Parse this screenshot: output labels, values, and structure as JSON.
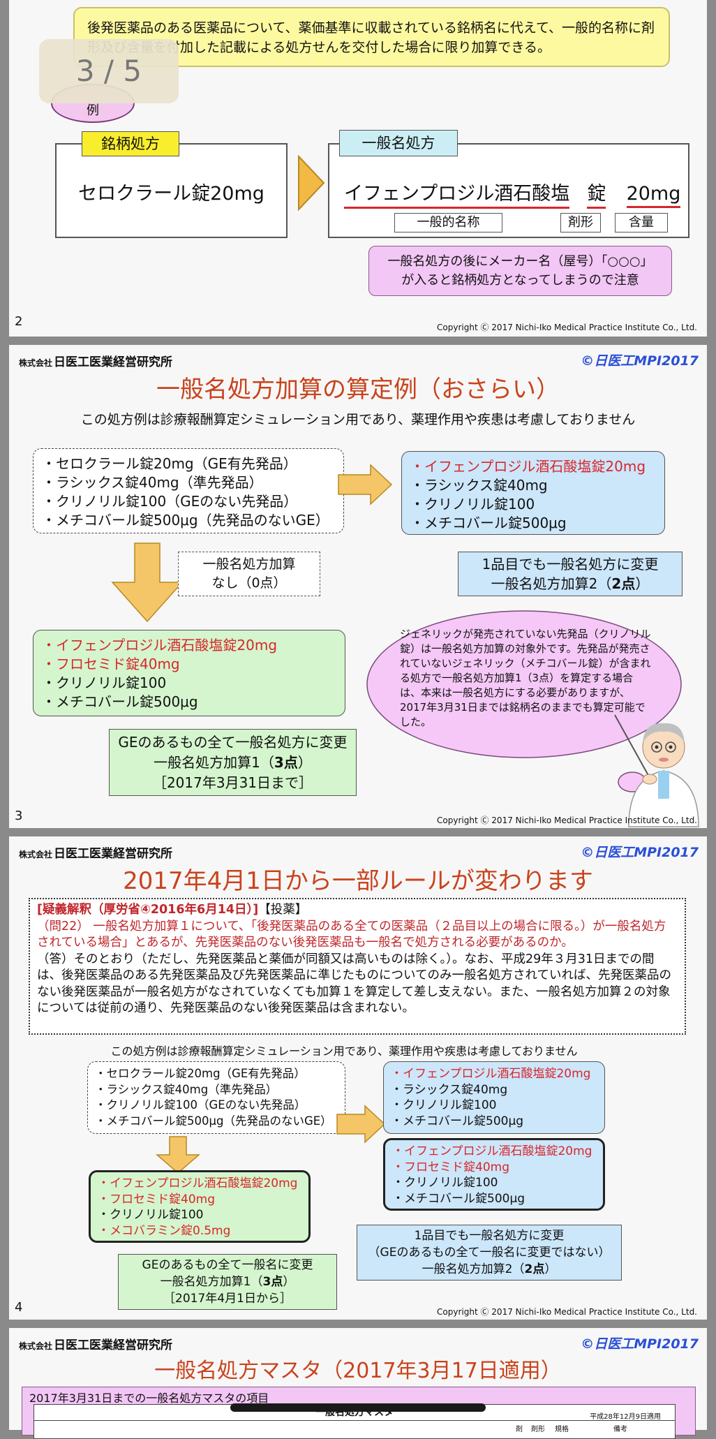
{
  "page_indicator": "3 / 5",
  "colors": {
    "title_red": "#c9431c",
    "logo_blue": "#2a4fd6",
    "accent_red": "#d8262b"
  },
  "slide2": {
    "note_text": "後発医薬品のある医薬品について、薬価基準に収載されている銘柄名に代えて、一般的名称に剤形及び含量を付加した記載による処方せんを交付した場合に限り加算できる。",
    "oval_label": "例",
    "brand_label": "銘柄処方",
    "brand_drug": "セロクラール錠20mg",
    "generic_label": "一般名処方",
    "generic_name": "イフェンプロジル酒石酸塩",
    "generic_form": "錠",
    "generic_strength": "20mg",
    "tag_name": "一般的名称",
    "tag_form": "剤形",
    "tag_strength": "含量",
    "warning_line1": "一般名処方の後にメーカー名（屋号）「○○○」",
    "warning_line2": "が入ると銘柄処方となってしまうので注意",
    "page_number": "2",
    "copyright": "Copyright Ⓒ 2017 Nichi-Iko Medical Practice Institute Co., Ltd."
  },
  "slide3": {
    "company_small": "株式会社",
    "company": "日医工医業経営研究所",
    "logo": "©日医工MPI2017",
    "title": "一般名処方加算の算定例（おさらい）",
    "subtitle": "この処方例は診療報酬算定シミュレーション用であり、薬理作用や疾患は考慮しておりません",
    "original_list": [
      "・セロクラール錠20mg（GE有先発品）",
      "・ラシックス錠40mg（準先発品）",
      "・クリノリル錠100（GEのない先発品）",
      "・メチコバール錠500μg（先発品のないGE）"
    ],
    "none_line1": "一般名処方加算",
    "none_line2": "なし（0点）",
    "blue_list": [
      {
        "text": "・イフェンプロジル酒石酸塩錠20mg",
        "red": true
      },
      {
        "text": "・ラシックス錠40mg",
        "red": false
      },
      {
        "text": "・クリノリル錠100",
        "red": false
      },
      {
        "text": "・メチコバール錠500μg",
        "red": false
      }
    ],
    "blue_note_line1": "1品目でも一般名処方に変更",
    "blue_note_line2a": "一般名処方加算2（",
    "blue_note_points": "2点",
    "blue_note_line2b": "）",
    "green_list": [
      {
        "text": "・イフェンプロジル酒石酸塩錠20mg",
        "red": true
      },
      {
        "text": "・フロセミド錠40mg",
        "red": true
      },
      {
        "text": "・クリノリル錠100",
        "red": false
      },
      {
        "text": "・メチコバール錠500μg",
        "red": false
      }
    ],
    "green_note_line1": "GEのあるもの全て一般名処方に変更",
    "green_note_line2a": "一般名処方加算1（",
    "green_note_points": "3点",
    "green_note_line2b": "）",
    "green_note_line3": "［2017年3月31日まで］",
    "cloud_text": "ジェネリックが発売されていない先発品（クリノリル錠）は一般名処方加算の対象外です。先発品が発売されていないジェネリック（メチコバール錠）が含まれる処方で一般名処方加算1（3点）を算定する場合は、本来は一般名処方にする必要がありますが、2017年3月31日までは銘柄名のままでも算定可能でした。",
    "page_number": "3",
    "copyright": "Copyright Ⓒ 2017 Nichi-Iko Medical Practice Institute Co., Ltd."
  },
  "slide4": {
    "company_small": "株式会社",
    "company": "日医工医業経営研究所",
    "logo": "©日医工MPI2017",
    "title": "2017年4月1日から一部ルールが変わります",
    "qa_head_red": "[疑義解釈（厚労省④2016年6月14日）]",
    "qa_head_black": "【投薬】",
    "qa_question": "（問22） 一般名処方加算１について、「後発医薬品のある全ての医薬品（２品目以上の場合に限る。）が一般名処方されている場合」とあるが、先発医薬品のない後発医薬品も一般名で処方される必要があるのか。",
    "qa_answer": "（答）そのとおり（ただし、先発医薬品と薬価が同額又は高いものは除く。）。なお、平成29年３月31日までの間は、後発医薬品のある先発医薬品及び先発医薬品に準じたものについてのみ一般名処方されていれば、先発医薬品のない後発医薬品が一般名処方がなされていなくても加算１を算定して差し支えない。また、一般名処方加算２の対象については従前の通り、先発医薬品のない後発医薬品は含まれない。",
    "subtitle": "この処方例は診療報酬算定シミュレーション用であり、薬理作用や疾患は考慮しておりません",
    "original_list": [
      "・セロクラール錠20mg（GE有先発品）",
      "・ラシックス錠40mg（準先発品）",
      "・クリノリル錠100（GEのない先発品）",
      "・メチコバール錠500μg（先発品のないGE）"
    ],
    "blue1_list": [
      {
        "text": "・イフェンプロジル酒石酸塩錠20mg",
        "red": true
      },
      {
        "text": "・ラシックス錠40mg",
        "red": false
      },
      {
        "text": "・クリノリル錠100",
        "red": false
      },
      {
        "text": "・メチコバール錠500μg",
        "red": false
      }
    ],
    "blue2_list": [
      {
        "text": "・イフェンプロジル酒石酸塩錠20mg",
        "red": true
      },
      {
        "text": "・フロセミド錠40mg",
        "red": true
      },
      {
        "text": "・クリノリル錠100",
        "red": false
      },
      {
        "text": "・メチコバール錠500μg",
        "red": false
      }
    ],
    "green_list": [
      {
        "text": "・イフェンプロジル酒石酸塩錠20mg",
        "red": true
      },
      {
        "text": "・フロセミド錠40mg",
        "red": true
      },
      {
        "text": "・クリノリル錠100",
        "red": false
      },
      {
        "text": "・メコバラミン錠0.5mg",
        "red": true
      }
    ],
    "green_note_line1": "GEのあるもの全て一般名に変更",
    "green_note_line2a": "一般名処方加算1（",
    "green_note_points": "3点",
    "green_note_line2b": "）",
    "green_note_line3": "［2017年4月1日から］",
    "blue_note_line1": "1品目でも一般名処方に変更",
    "blue_note_line2": "（GEのあるもの全て一般名に変更ではない）",
    "blue_note_line3a": "一般名処方加算2（",
    "blue_note_points": "2点",
    "blue_note_line3b": "）",
    "page_number": "4",
    "copyright": "Copyright Ⓒ 2017 Nichi-Iko Medical Practice Institute Co., Ltd."
  },
  "slide5": {
    "company_small": "株式会社",
    "company": "日医工医業経営研究所",
    "logo": "©日医工MPI2017",
    "title": "一般名処方マスタ（2017年3月17日適用）",
    "pink_label": "2017年3月31日までの一般名処方マスタの項目",
    "table_title": "一般名処方マスタ",
    "table_date": "平成28年12月9日適用",
    "col_a": "剤",
    "col_b": "剤形",
    "col_c": "規格",
    "col_d": "備考"
  }
}
